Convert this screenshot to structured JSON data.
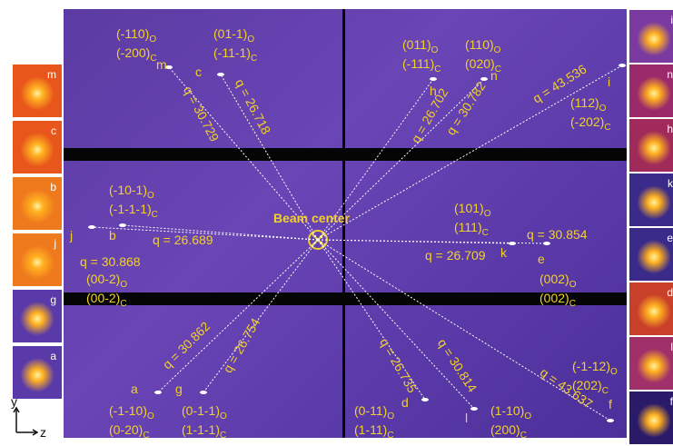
{
  "beam_center_label": "Beam center",
  "axes": {
    "y": "y",
    "z": "z"
  },
  "colors": {
    "label": "#f2d12b",
    "background": "#5b3ba3",
    "spot": "#ffffff"
  },
  "reflections": [
    {
      "id": "m",
      "q": "q = 30.729",
      "o": "(-110)",
      "c": "(-200)"
    },
    {
      "id": "c",
      "q": "q = 26.718",
      "o": "(01-1)",
      "c": "(-11-1)"
    },
    {
      "id": "h",
      "q": "q = 26.702",
      "o": "(011)",
      "c": "(-111)"
    },
    {
      "id": "n",
      "q": "q = 30.782",
      "o": "(110)",
      "c": "(020)"
    },
    {
      "id": "i",
      "q": "q = 43.536",
      "o": "(112)",
      "c": "(-202)"
    },
    {
      "id": "b",
      "q": "q = 26.689",
      "o": "(-10-1)",
      "c": "(-1-1-1)"
    },
    {
      "id": "j",
      "q": "q = 30.868",
      "o": "(00-2)",
      "c": "(00-2)"
    },
    {
      "id": "k",
      "q": "q = 26.709",
      "o": "(101)",
      "c": "(111)"
    },
    {
      "id": "e",
      "q": "q = 30.854",
      "o": "(002)",
      "c": "(002)"
    },
    {
      "id": "a",
      "q": "q = 30.862",
      "o": "(-1-10)",
      "c": "(0-20)"
    },
    {
      "id": "g",
      "q": "q = 26.754",
      "o": "(0-1-1)",
      "c": "(1-1-1)"
    },
    {
      "id": "d",
      "q": "q = 26.735",
      "o": "(0-11)",
      "c": "(1-11)"
    },
    {
      "id": "l",
      "q": "q = 30.814",
      "o": "(1-10)",
      "c": "(200)"
    },
    {
      "id": "f",
      "q": "q = 43.637",
      "o": "(-1-12)",
      "c": "(202)"
    }
  ],
  "subscripts": {
    "o": "O",
    "c": "C"
  },
  "thumbs_left": [
    "m",
    "c",
    "b",
    "j",
    "g",
    "a"
  ],
  "thumbs_right": [
    "i",
    "n",
    "h",
    "k",
    "e",
    "d",
    "l",
    "f"
  ]
}
